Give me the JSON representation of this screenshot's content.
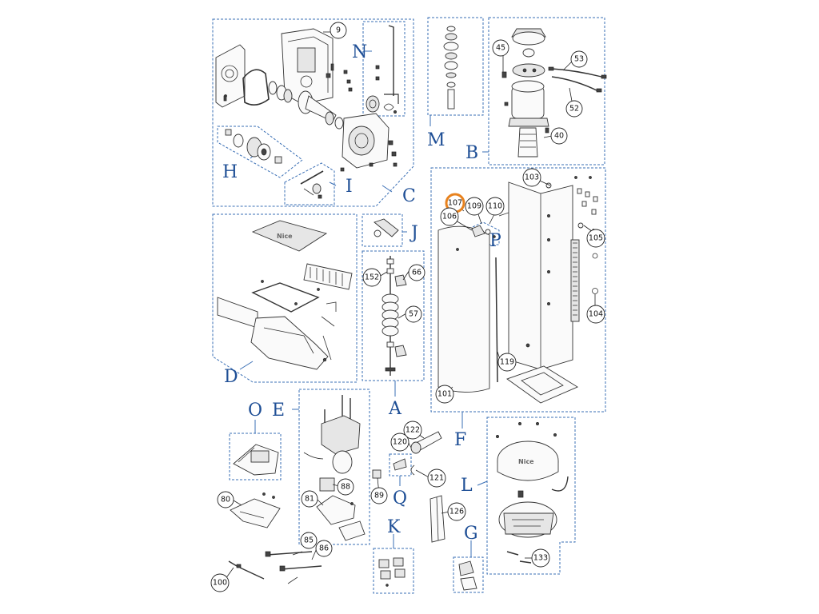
{
  "labels": {
    "N": "N",
    "M": "M",
    "B": "B",
    "C": "C",
    "H": "H",
    "I": "I",
    "J": "J",
    "P": "P",
    "D": "D",
    "A": "A",
    "F": "F",
    "O": "O",
    "E": "E",
    "Q": "Q",
    "L": "L",
    "K": "K",
    "G": "G"
  },
  "callouts": {
    "c9": "9",
    "c45": "45",
    "c53": "53",
    "c52": "52",
    "c40": "40",
    "c103": "103",
    "c107": "107",
    "c109": "109",
    "c110": "110",
    "c106": "106",
    "c105": "105",
    "c104": "104",
    "c152": "152",
    "c66": "66",
    "c57": "57",
    "c119": "119",
    "c101": "101",
    "c122": "122",
    "c120": "120",
    "c121": "121",
    "c88": "88",
    "c81": "81",
    "c89": "89",
    "c126": "126",
    "c80": "80",
    "c85": "85",
    "c86": "86",
    "c100": "100",
    "c133": "133"
  },
  "highlight": {
    "callout": "107",
    "color": "#e8821e"
  },
  "logo_text": "Nice",
  "colors": {
    "group_border": "#3a6fb5",
    "letter": "#1f4f96"
  }
}
